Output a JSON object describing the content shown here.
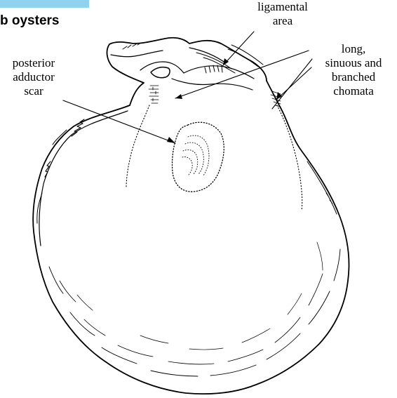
{
  "header": {
    "title": "b oysters",
    "accent_color": "#8fd3ee"
  },
  "labels": {
    "ligamental": [
      "ligamental",
      "area"
    ],
    "posterior": [
      "posterior",
      "adductor",
      "scar"
    ],
    "chomata": [
      "long,",
      "sinuous and",
      "branched",
      "chomata"
    ]
  },
  "colors": {
    "ink": "#000000",
    "background": "#ffffff"
  }
}
